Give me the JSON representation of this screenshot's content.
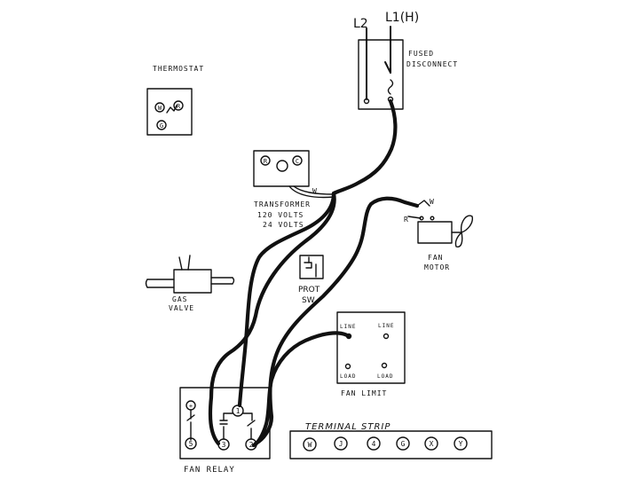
{
  "labels": {
    "l2": "L2",
    "l1": "L1(H)",
    "fused_disconnect_line1": "FUSED",
    "fused_disconnect_line2": "DISCONNECT",
    "thermostat": "THERMOSTAT",
    "thermostat_terminals": [
      "W",
      "R",
      "G"
    ],
    "transformer_terminals": [
      "R",
      "C"
    ],
    "transformer_line1": "TRANSFORMER",
    "transformer_line2": "120 VOLTS",
    "transformer_line3": "24 VOLTS",
    "transformer_wire": "W",
    "fan_motor_w": "W",
    "fan_motor_r": "R",
    "fan_motor_line1": "FAN",
    "fan_motor_line2": "MOTOR",
    "gas_valve_line1": "GAS",
    "gas_valve_line2": "VALVE",
    "prot_sw_line1": "PROT",
    "prot_sw_line2": "SW.",
    "fan_limit_line": "LINE",
    "fan_limit_load": "LOAD",
    "fan_limit_title": "FAN  LIMIT",
    "fan_relay_terminals": [
      "5",
      "3",
      "2",
      "1"
    ],
    "fan_relay_title": "FAN  RELAY",
    "terminal_strip_title": "TERMINAL STRIP",
    "terminal_strip_terminals": [
      "W",
      "J",
      "4",
      "G",
      "X",
      "Y"
    ]
  }
}
